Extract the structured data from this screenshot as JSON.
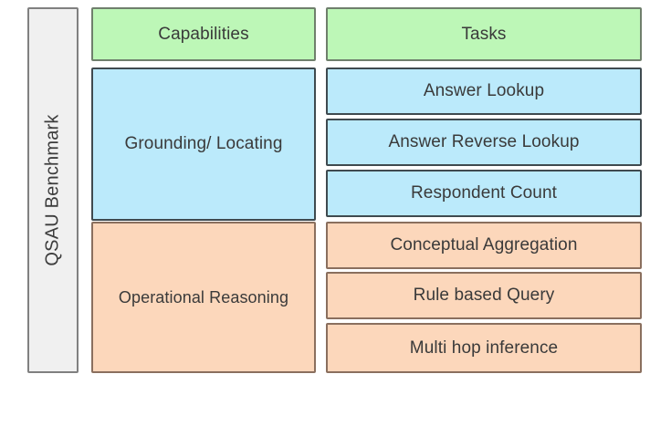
{
  "benchmark": {
    "label": "QSAU Benchmark"
  },
  "headers": {
    "capabilities": "Capabilities",
    "tasks": "Tasks"
  },
  "capabilities": [
    {
      "name": "Grounding/ Locating",
      "color": "#bbeafb",
      "tasks": [
        "Answer Lookup",
        "Answer Reverse Lookup",
        "Respondent Count"
      ]
    },
    {
      "name": "Operational Reasoning",
      "color": "#fcd7bb",
      "tasks": [
        "Conceptual Aggregation",
        "Rule based Query",
        "Multi hop inference"
      ]
    }
  ],
  "tasks_flat": [
    "Answer Lookup",
    "Answer Reverse Lookup",
    "Respondent Count",
    "Conceptual Aggregation",
    "Rule based Query",
    "Multi hop inference"
  ],
  "colors": {
    "header_green": "#bdf7b7",
    "grounding_blue": "#bbeafb",
    "operational_orange": "#fcd7bb",
    "rail_gray": "#f0f0f0",
    "text": "#3a3a3a",
    "background": "#ffffff"
  }
}
